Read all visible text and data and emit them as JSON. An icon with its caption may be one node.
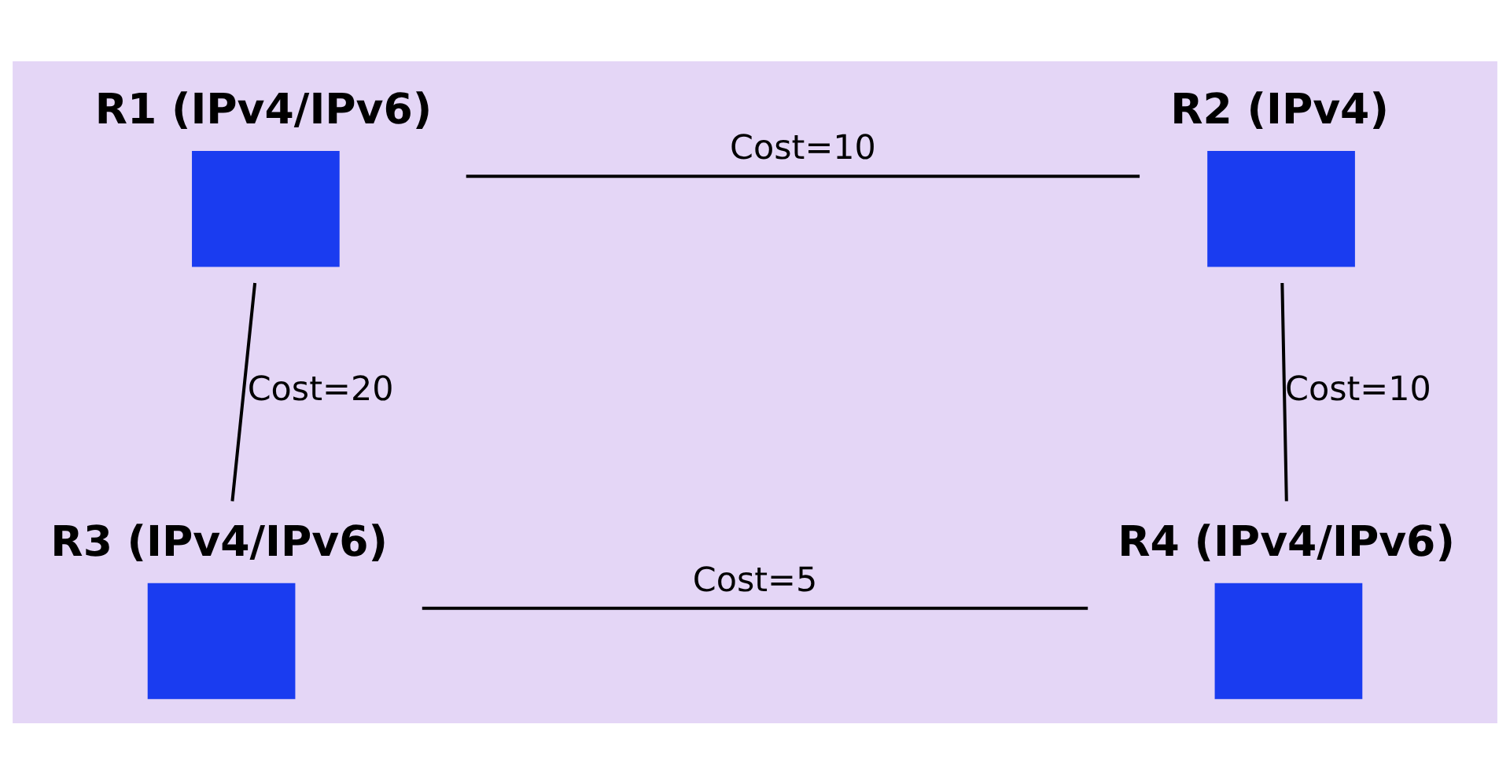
{
  "diagram": {
    "nodes": [
      {
        "text": [
          "R1 (IPv4/IPv6)"
        ]
      },
      {
        "text": [
          "R2 (IPv4)"
        ]
      },
      {
        "text": [
          "R3 (IPv4/IPv6)"
        ]
      },
      {
        "text": [
          "R4 (IPv4/IPv6)"
        ]
      }
    ],
    "edges": [
      {
        "from": 0,
        "to": 1,
        "arrow": "none",
        "label": "Cost=10"
      },
      {
        "from": 0,
        "to": 2,
        "arrow": "none",
        "label": "Cost=20"
      },
      {
        "from": 1,
        "to": 3,
        "arrow": "none",
        "label": "Cost=10"
      },
      {
        "from": 2,
        "to": 3,
        "arrow": "none",
        "label": "Cost=5"
      }
    ]
  }
}
